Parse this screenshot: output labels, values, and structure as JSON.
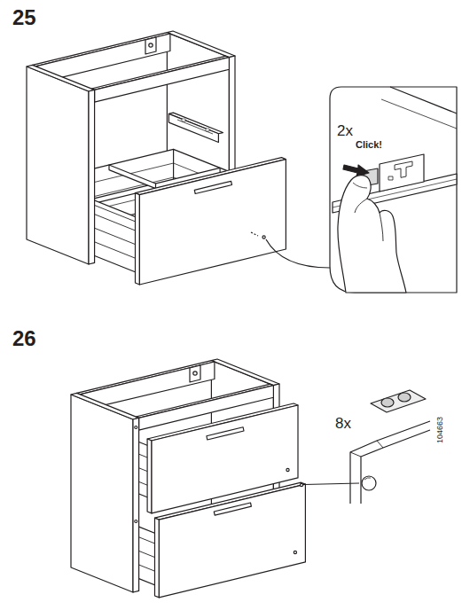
{
  "diagram": {
    "labels": [
      "25",
      "2x",
      "Click!",
      "26",
      "8x",
      "104663"
    ]
  }
}
